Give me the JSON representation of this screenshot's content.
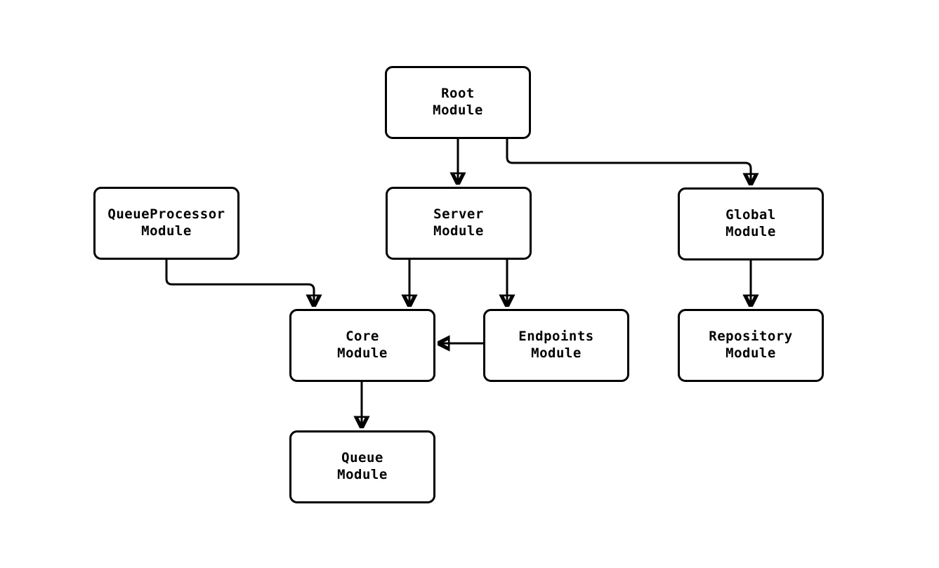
{
  "diagram": {
    "nodes": {
      "root": {
        "label": "Root\nModule"
      },
      "queue_processor": {
        "label": "QueueProcessor\nModule"
      },
      "server": {
        "label": "Server\nModule"
      },
      "global": {
        "label": "Global\nModule"
      },
      "core": {
        "label": "Core\nModule"
      },
      "endpoints": {
        "label": "Endpoints\nModule"
      },
      "repository": {
        "label": "Repository\nModule"
      },
      "queue": {
        "label": "Queue\nModule"
      }
    },
    "edges": [
      {
        "from": "root",
        "to": "server"
      },
      {
        "from": "root",
        "to": "global"
      },
      {
        "from": "queue_processor",
        "to": "core"
      },
      {
        "from": "server",
        "to": "core"
      },
      {
        "from": "server",
        "to": "endpoints"
      },
      {
        "from": "endpoints",
        "to": "core"
      },
      {
        "from": "global",
        "to": "repository"
      },
      {
        "from": "core",
        "to": "queue"
      }
    ],
    "colors": {
      "background": "#ffffff",
      "node_fill": "#ffffff",
      "stroke": "#000000",
      "text": "#000000"
    }
  }
}
